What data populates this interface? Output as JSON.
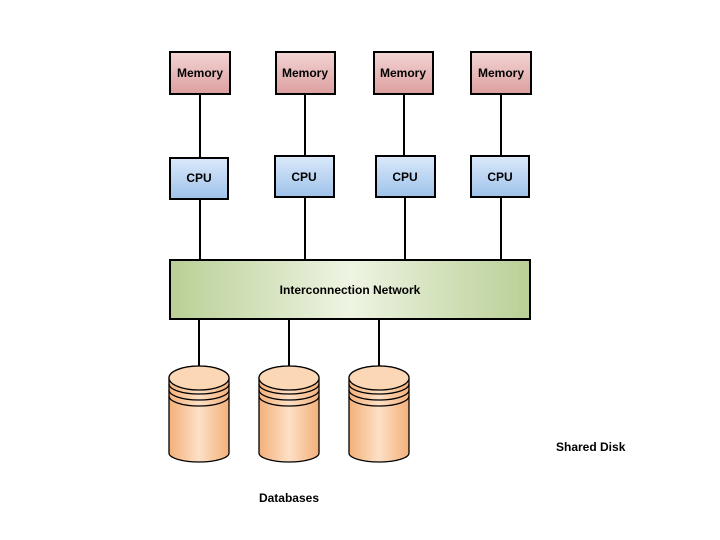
{
  "nodes": [
    {
      "memory_label": "Memory",
      "cpu_label": "CPU"
    },
    {
      "memory_label": "Memory",
      "cpu_label": "CPU"
    },
    {
      "memory_label": "Memory",
      "cpu_label": "CPU"
    },
    {
      "memory_label": "Memory",
      "cpu_label": "CPU"
    }
  ],
  "network": {
    "label": "Interconnection Network"
  },
  "disks": [
    {
      "name": "database-disk"
    },
    {
      "name": "database-disk"
    },
    {
      "name": "database-disk"
    }
  ],
  "labels": {
    "databases": "Databases",
    "architecture": "Shared Disk"
  },
  "colors": {
    "memory_fill": "#e9b8b8",
    "cpu_fill": "#bcd6f2",
    "network_fill": "#d8e6c0",
    "disk_fill": "#f8c9a0"
  }
}
